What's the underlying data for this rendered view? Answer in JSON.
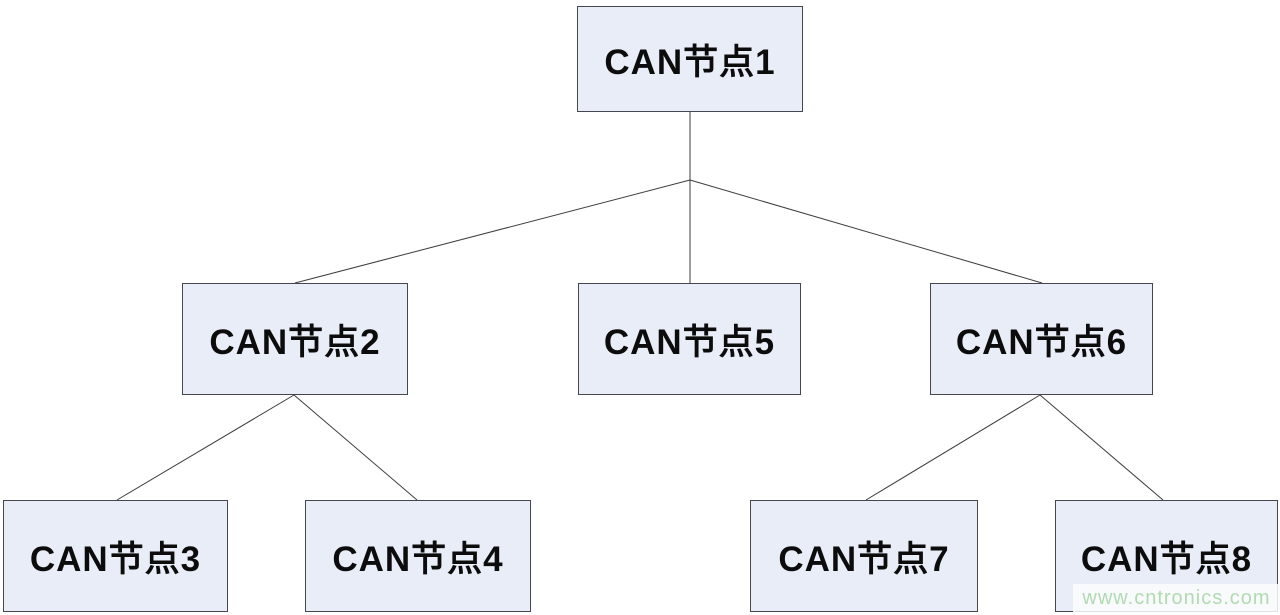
{
  "diagram": {
    "type": "tree",
    "description": "CAN bus node hierarchy diagram",
    "nodes": [
      {
        "id": "node1",
        "label": "CAN节点1"
      },
      {
        "id": "node2",
        "label": "CAN节点2"
      },
      {
        "id": "node3",
        "label": "CAN节点3"
      },
      {
        "id": "node4",
        "label": "CAN节点4"
      },
      {
        "id": "node5",
        "label": "CAN节点5"
      },
      {
        "id": "node6",
        "label": "CAN节点6"
      },
      {
        "id": "node7",
        "label": "CAN节点7"
      },
      {
        "id": "node8",
        "label": "CAN节点8"
      }
    ],
    "edges": [
      {
        "from": "node1",
        "to": "node2"
      },
      {
        "from": "node1",
        "to": "node5"
      },
      {
        "from": "node1",
        "to": "node6"
      },
      {
        "from": "node2",
        "to": "node3"
      },
      {
        "from": "node2",
        "to": "node4"
      },
      {
        "from": "node6",
        "to": "node7"
      },
      {
        "from": "node6",
        "to": "node8"
      }
    ],
    "colors": {
      "node_fill": "#e9edf7",
      "node_border": "#46464f",
      "connector_line": "#3d3d3d",
      "watermark_text": "#b2dab2"
    }
  },
  "watermark": {
    "text": "www.cntronics.com"
  }
}
